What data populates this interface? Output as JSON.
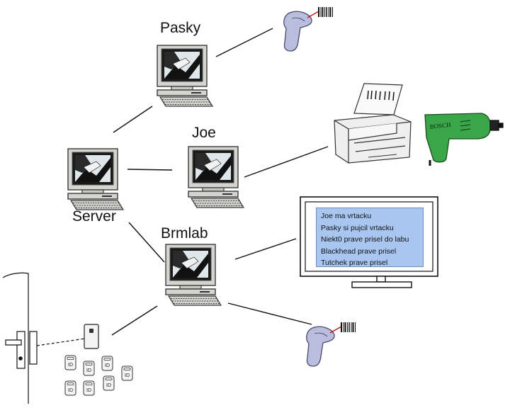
{
  "nodes": {
    "pasky": "Pasky",
    "joe": "Joe",
    "server": "Server",
    "brmlab": "Brmlab"
  },
  "drill_brand": "BOSCH",
  "display_messages": [
    "Joe ma vrtacku",
    "Pasky si pujcil vrtacku",
    "Niekt0 prave prisel do labu",
    "Blackhead prave prisel",
    "Tutchek prave prisel"
  ],
  "rfid_badge_text": "ID",
  "colors": {
    "screen_panel": "#a9c6f0",
    "drill_body": "#3aa64a",
    "scanner_body": "#b9bedf",
    "scanner_beam": "#cc1111",
    "monitor_casing": "#d4d4cf"
  },
  "icons": [
    "computer-icon",
    "barcode-scanner-icon",
    "printer-icon",
    "drill-icon",
    "door-icon",
    "rfid-reader-icon",
    "rfid-tag-icon",
    "display-monitor-icon"
  ]
}
